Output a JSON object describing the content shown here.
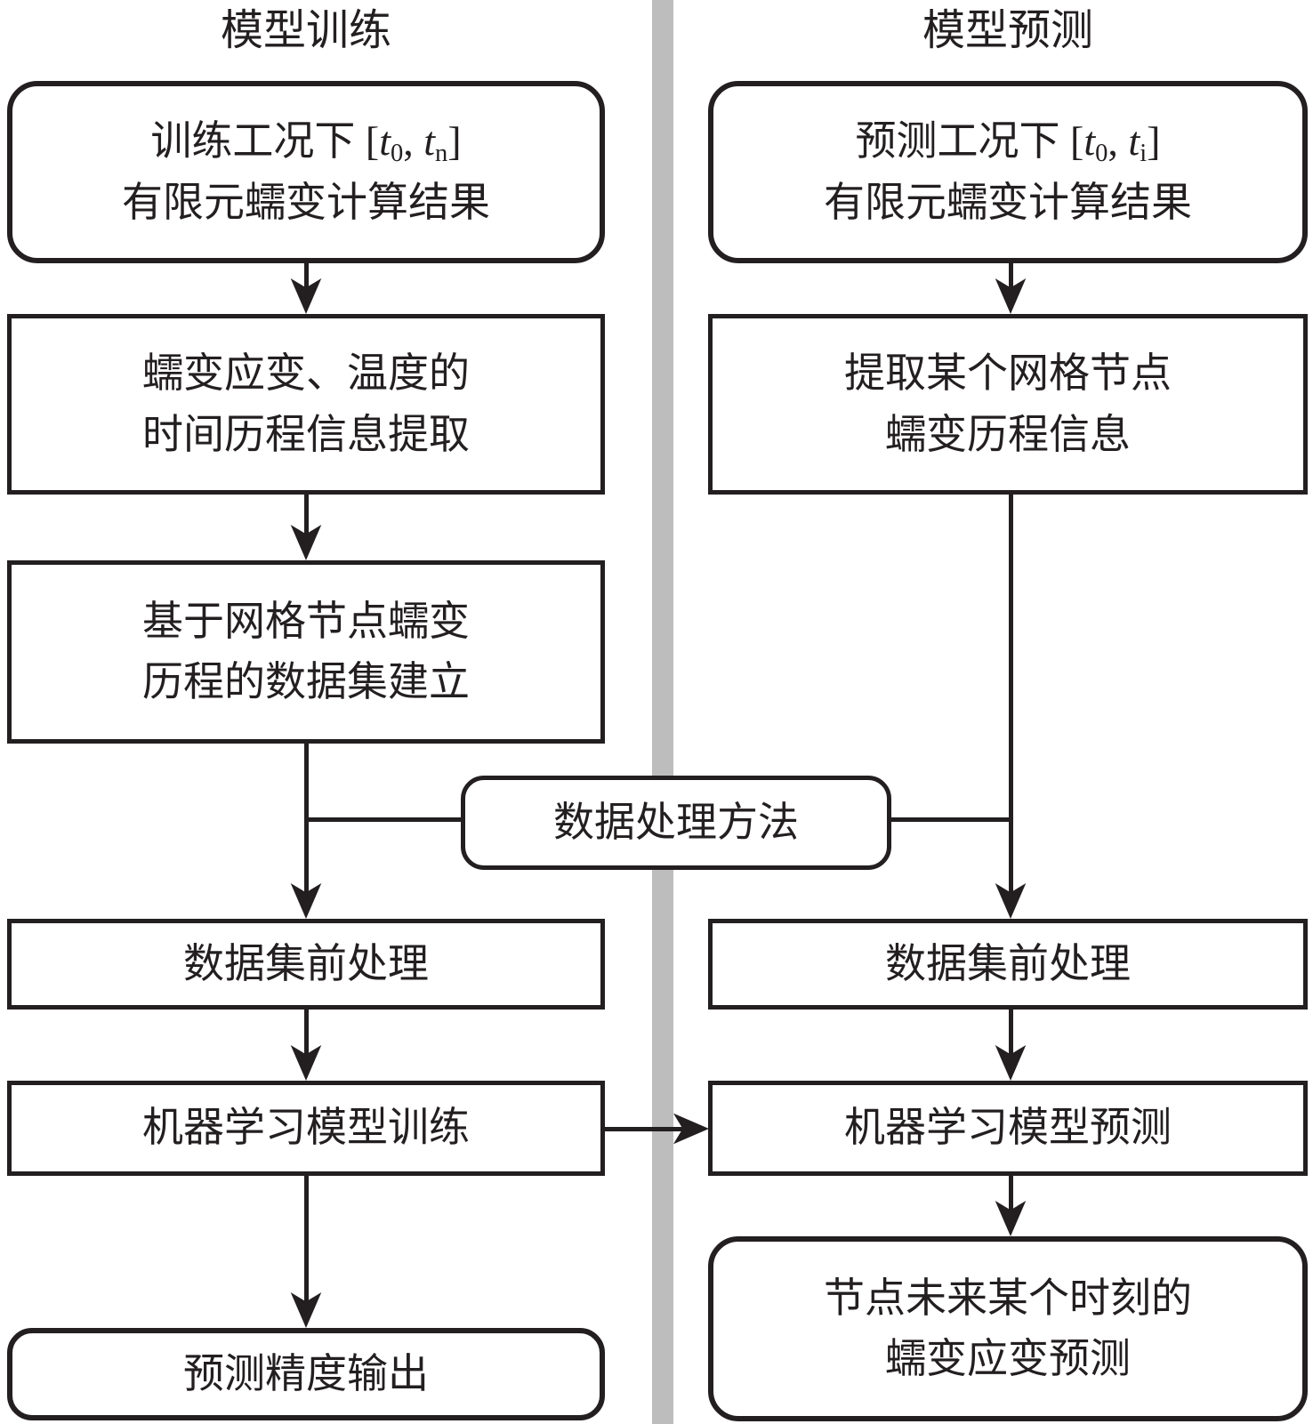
{
  "diagram": {
    "left": {
      "title": "模型训练",
      "box1": {
        "l1a": "训练工况下 [",
        "v1": "t",
        "s1": "0",
        "l1b": ", ",
        "v2": "t",
        "s2": "n",
        "l1c": "]",
        "l2": "有限元蠕变计算结果"
      },
      "box2": {
        "l1": "蠕变应变、温度的",
        "l2": "时间历程信息提取"
      },
      "box3": {
        "l1": "基于网格节点蠕变",
        "l2": "历程的数据集建立"
      },
      "box4": "数据集前处理",
      "box5": "机器学习模型训练",
      "box6": "预测精度输出"
    },
    "center": {
      "data_processing": "数据处理方法"
    },
    "right": {
      "title": "模型预测",
      "box1": {
        "l1a": "预测工况下 [",
        "v1": "t",
        "s1": "0",
        "l1b": ", ",
        "v2": "t",
        "s2": "i",
        "l1c": "]",
        "l2": "有限元蠕变计算结果"
      },
      "box2": {
        "l1": "提取某个网格节点",
        "l2": "蠕变历程信息"
      },
      "box4": "数据集前处理",
      "box5": "机器学习模型预测",
      "box6": {
        "l1": "节点未来某个时刻的",
        "l2": "蠕变应变预测"
      }
    },
    "colors": {
      "line": "#231f20",
      "divider": "#bdbdbd",
      "background": "#ffffff"
    }
  }
}
